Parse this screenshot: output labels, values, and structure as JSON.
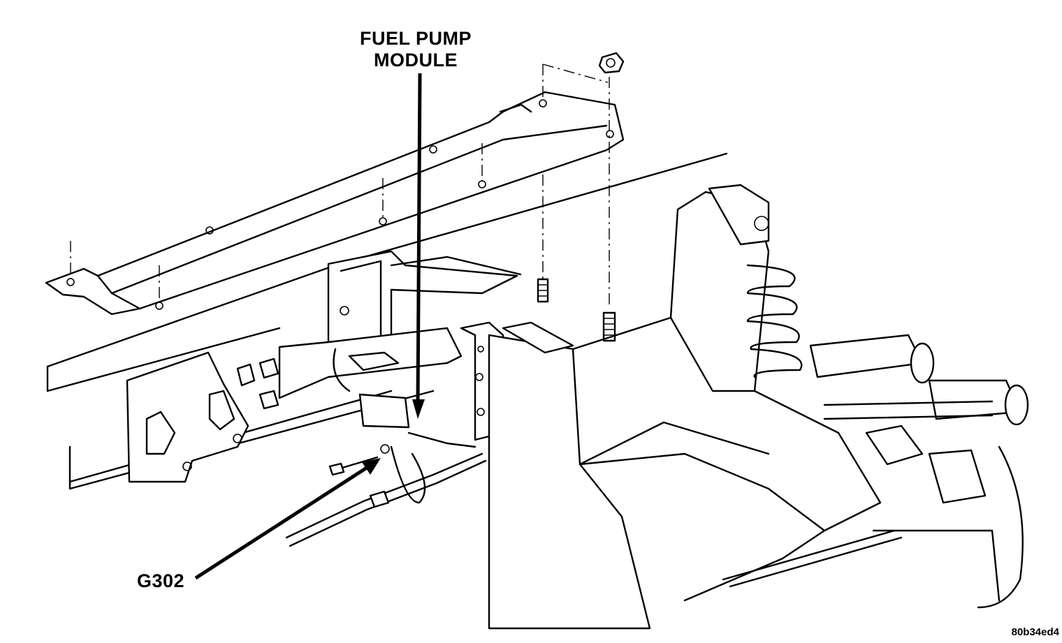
{
  "labels": {
    "fuel_pump_line1": "FUEL PUMP",
    "fuel_pump_line2": "MODULE",
    "ground": "G302"
  },
  "figure_id": "80b34ed4"
}
